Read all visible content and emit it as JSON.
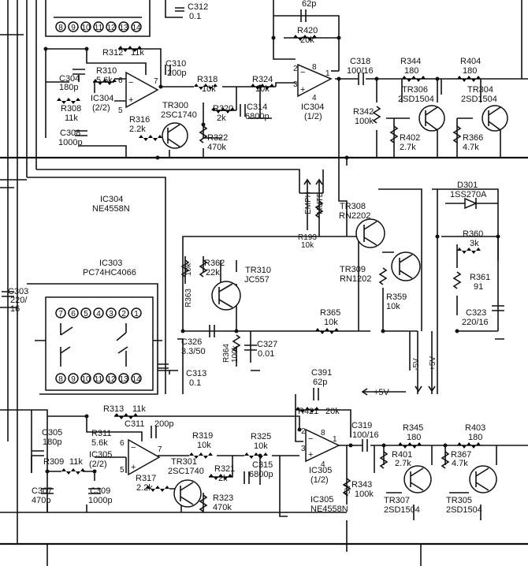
{
  "pin_numbers": [
    "1",
    "2",
    "3",
    "4",
    "5",
    "6",
    "7",
    "8",
    "9",
    "10",
    "11",
    "12",
    "13",
    "14"
  ],
  "top": {
    "c312": [
      "C312",
      "0.1"
    ],
    "c_top": "62p",
    "r420": [
      "R420",
      "20k"
    ],
    "r312": [
      "R312",
      "11k"
    ],
    "c310": [
      "C310",
      "200p"
    ],
    "c304": [
      "C304",
      "180p"
    ],
    "r310": [
      "R310",
      "5.6k"
    ],
    "r308": [
      "R308",
      "11k"
    ],
    "ic304_half": [
      "IC304",
      "(2/2)"
    ],
    "c308": [
      "C308",
      "1000p"
    ],
    "r316": [
      "R316",
      "2.2k"
    ],
    "r318": [
      "R318",
      "10k"
    ],
    "tr300": [
      "TR300",
      "2SC1740"
    ],
    "r320": [
      "R320",
      "2k"
    ],
    "r322": [
      "R322",
      "470k"
    ],
    "r324": [
      "R324",
      "10k"
    ],
    "c314": [
      "C314",
      "6800p"
    ],
    "ic304_out": [
      "IC304",
      "(1/2)"
    ],
    "c318": [
      "C318",
      "100/16"
    ],
    "r342": [
      "R342",
      "100k"
    ],
    "r344": [
      "R344",
      "180"
    ],
    "tr306": [
      "TR306",
      "2SD1504"
    ],
    "r404": [
      "R404",
      "180"
    ],
    "tr304": [
      "TR304",
      "2SD1504"
    ],
    "r402": [
      "R402",
      "2.7k"
    ],
    "r366": [
      "R366",
      "4.7k"
    ]
  },
  "middle": {
    "ic304_name": [
      "IC304",
      "NE4558N"
    ],
    "emph": "EMPH",
    "mute": "MUTE",
    "d301": [
      "D301",
      "1SS270A"
    ],
    "tr308": [
      "TR308",
      "RN2202"
    ],
    "r193": [
      "R193",
      "10k"
    ],
    "r360": [
      "R360",
      "3k"
    ],
    "r361": [
      "R361",
      "91"
    ],
    "c323": [
      "C323",
      "220/16"
    ],
    "ic303": [
      "IC303",
      "PC74HC4066"
    ],
    "c303": [
      "C303",
      "220/",
      "16"
    ],
    "r362": [
      "R362",
      "22k"
    ],
    "r363": [
      "R363",
      "10k"
    ],
    "tr310": [
      "TR310",
      "JC557"
    ],
    "tr309": [
      "TR309",
      "RN1202"
    ],
    "r359": [
      "R359",
      "10k"
    ],
    "r365": [
      "R365",
      "10k"
    ],
    "c326": [
      "C326",
      "3.3/50"
    ],
    "r364": [
      "R364",
      "100k"
    ],
    "c327": [
      "C327",
      "0.01"
    ],
    "c313": [
      "C313",
      "0.1"
    ],
    "minus5": "-5V",
    "plus5": "+5V",
    "plus5_bus": "+5V"
  },
  "bottom": {
    "c391": [
      "C391",
      "62p"
    ],
    "r421": [
      "R421",
      "20k"
    ],
    "r313": [
      "R313",
      "11k"
    ],
    "c311": [
      "C311",
      "200p"
    ],
    "c305": [
      "C305",
      "180p"
    ],
    "r311": [
      "R311",
      "5.6k"
    ],
    "ic305_half": [
      "IC305",
      "(2/2)"
    ],
    "r309": [
      "R309",
      "11k"
    ],
    "c307": [
      "C307",
      "470p"
    ],
    "c309": [
      "C309",
      "1000p"
    ],
    "r317": [
      "R317",
      "2.2k"
    ],
    "tr301": [
      "TR301",
      "2SC1740"
    ],
    "r319": [
      "R319",
      "10k"
    ],
    "r321": [
      "R321",
      "2k"
    ],
    "r323": [
      "R323",
      "470k"
    ],
    "r325": [
      "R325",
      "10k"
    ],
    "c315": [
      "C315",
      "6800p"
    ],
    "ic305_out": [
      "IC305",
      "(1/2)"
    ],
    "ic305_name": [
      "IC305",
      "NE4558N"
    ],
    "minus5_small": "-5V",
    "c319": [
      "C319",
      "100/16"
    ],
    "r343": [
      "R343",
      "100k"
    ],
    "r345": [
      "R345",
      "180"
    ],
    "r401": [
      "R401",
      "2.7k"
    ],
    "tr307": [
      "TR307",
      "2SD1504"
    ],
    "r403": [
      "R403",
      "180"
    ],
    "r367": [
      "R367",
      "4.7k"
    ],
    "tr305": [
      "TR305",
      "2SD1504"
    ]
  }
}
